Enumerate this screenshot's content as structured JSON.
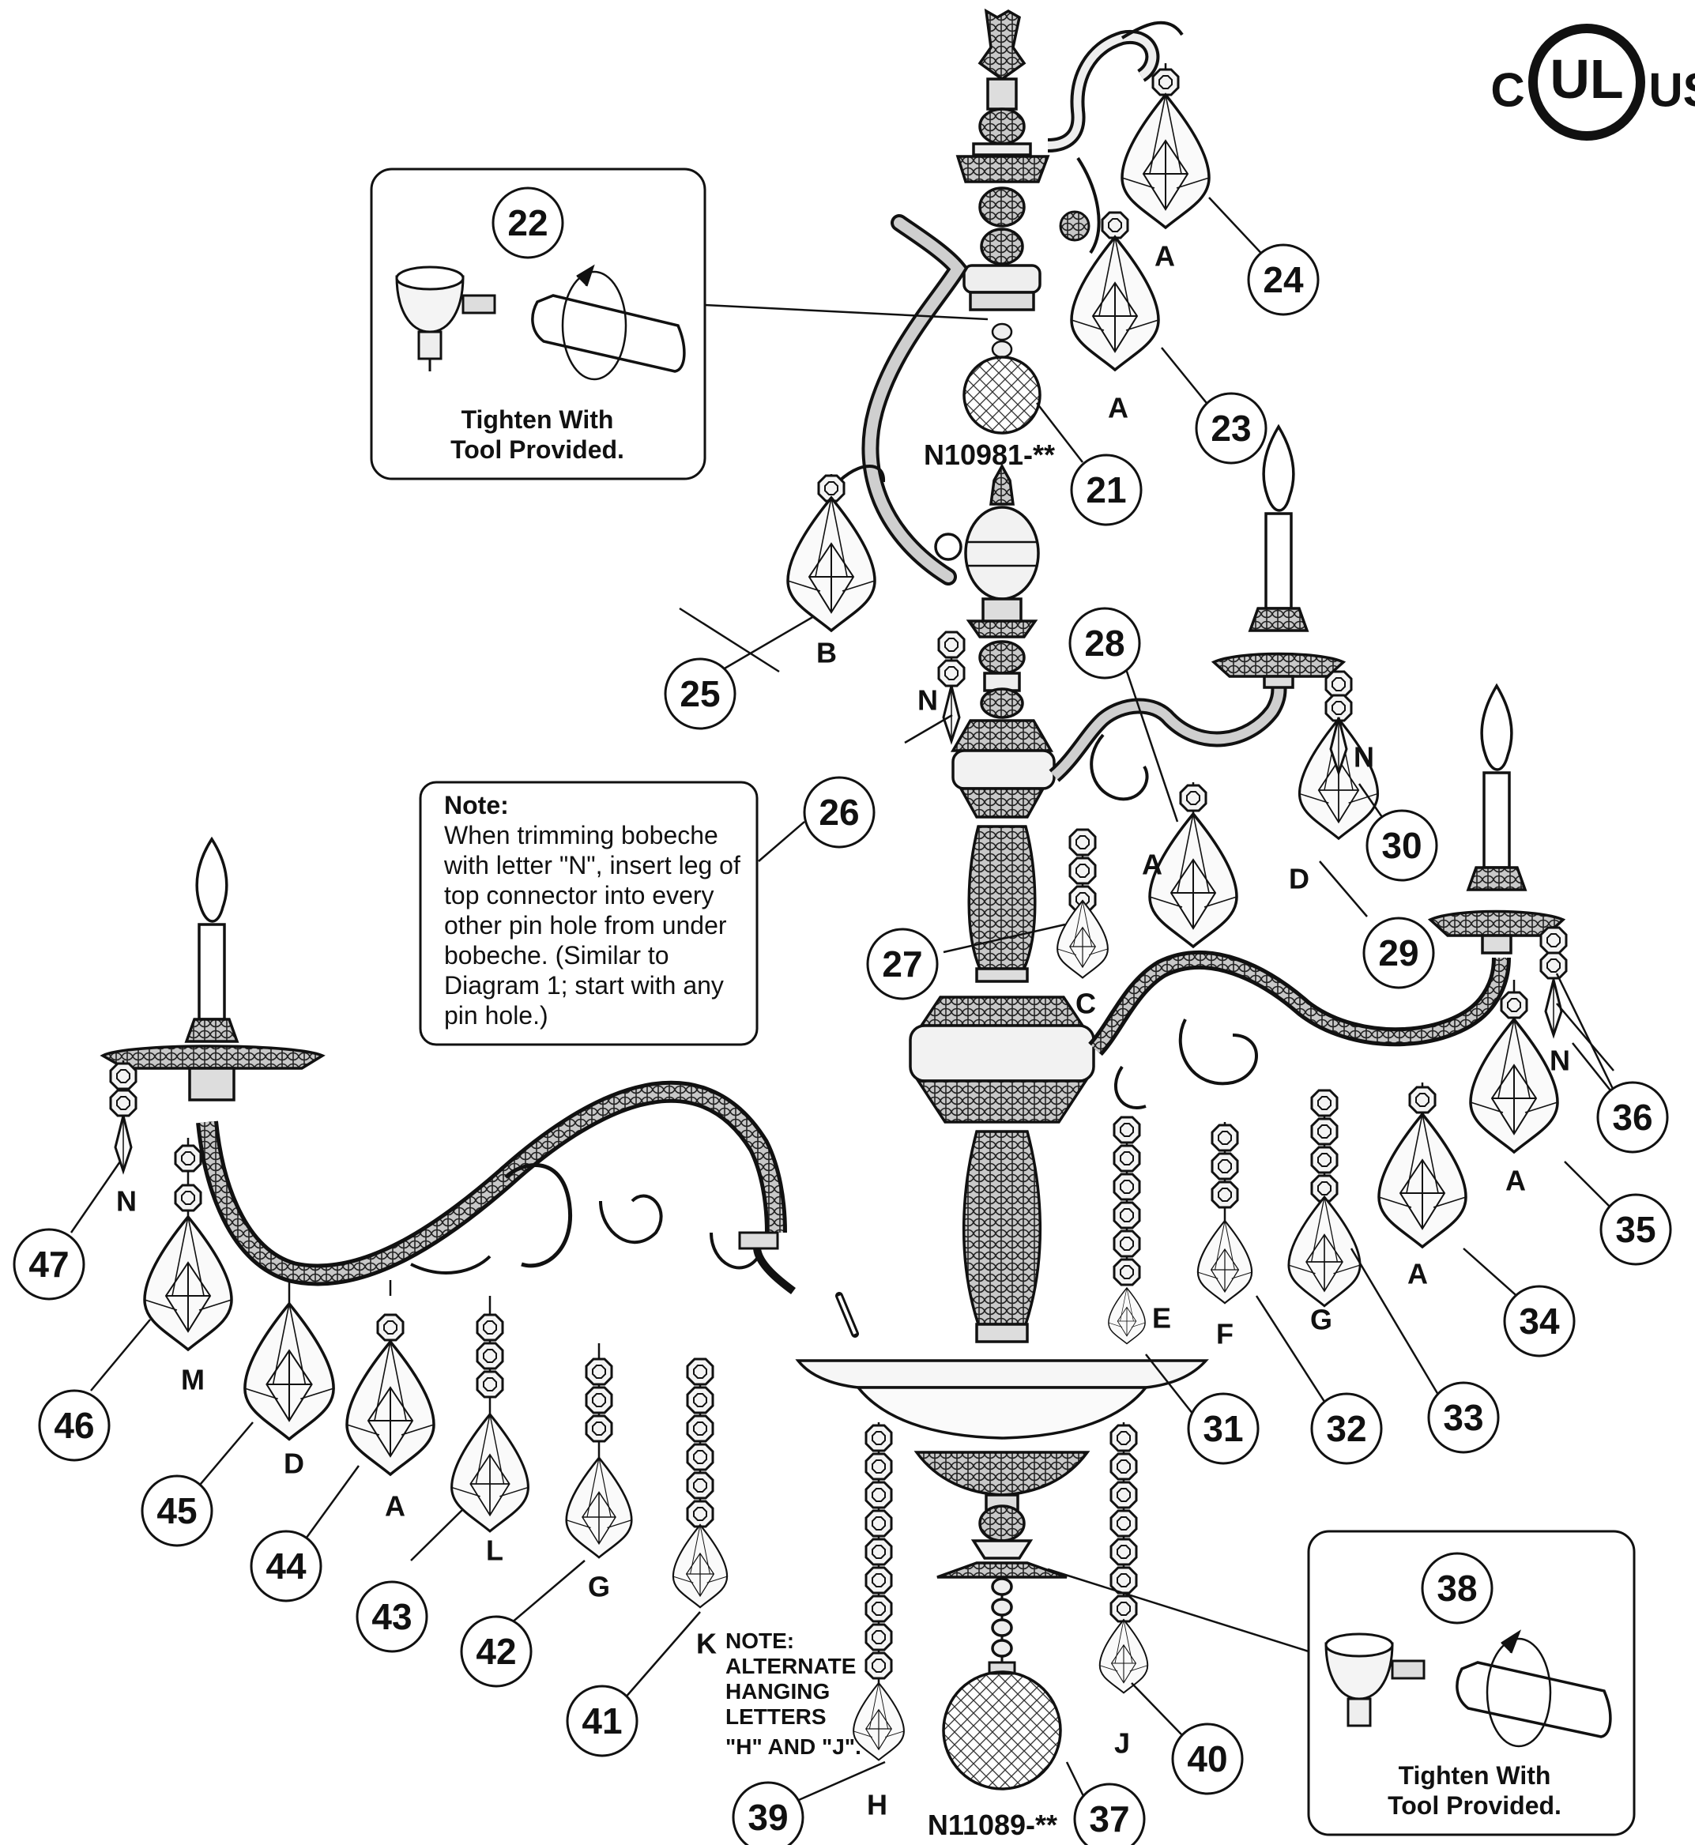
{
  "certification": {
    "left": "C",
    "mark": "UL",
    "right": "US"
  },
  "callouts": [
    "21",
    "22",
    "23",
    "24",
    "25",
    "26",
    "27",
    "28",
    "29",
    "30",
    "31",
    "32",
    "33",
    "34",
    "35",
    "36",
    "37",
    "38",
    "39",
    "40",
    "41",
    "42",
    "43",
    "44",
    "45",
    "46",
    "47"
  ],
  "letters": {
    "a1": "A",
    "a2": "A",
    "a3": "A",
    "a4": "A",
    "a5": "A",
    "a6": "A",
    "b": "B",
    "c": "C",
    "d1": "D",
    "d2": "D",
    "e": "E",
    "f": "F",
    "g1": "G",
    "g2": "G",
    "h": "H",
    "j": "J",
    "k": "K",
    "l": "L",
    "m": "M",
    "n1": "N",
    "n2": "N",
    "n3": "N",
    "n4": "N"
  },
  "part_numbers": {
    "top_ball": "N10981-**",
    "bottom_ball": "N11089-**"
  },
  "tool_box_top": {
    "number": "22",
    "line1": "Tighten With",
    "line2": "Tool Provided."
  },
  "tool_box_bottom": {
    "number": "38",
    "line1": "Tighten With",
    "line2": "Tool Provided."
  },
  "bobeche_note": {
    "title": "Note:",
    "lines": [
      "When trimming bobeche",
      "with letter \"N\", insert leg of",
      "top connector into every",
      "other pin hole from under",
      "bobeche.  (Similar  to",
      "Diagram 1; start with any",
      "pin hole.)"
    ]
  },
  "alternate_note": {
    "lines": [
      "NOTE:",
      "ALTERNATE",
      "HANGING",
      "LETTERS",
      "\"H\" AND \"J\"."
    ]
  }
}
